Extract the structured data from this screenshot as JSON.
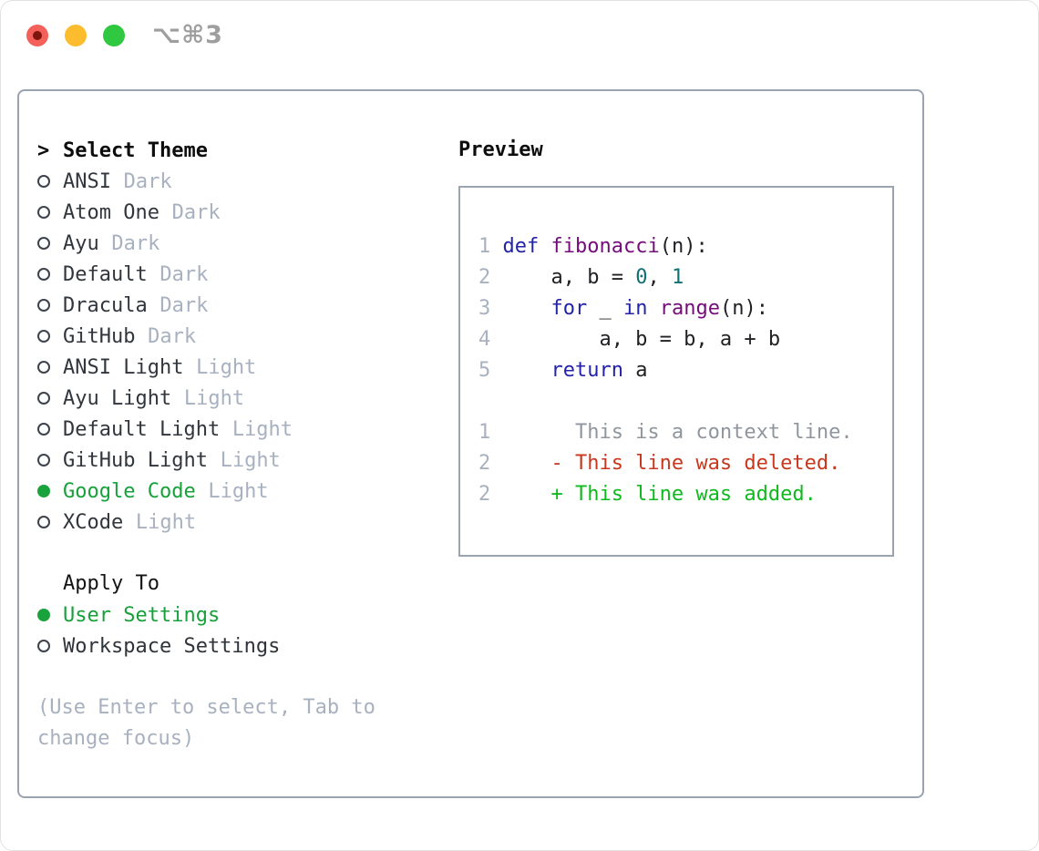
{
  "titlebar": {
    "shortcut": "⌥⌘3",
    "icons": [
      {
        "name": "close-button",
        "shape": "red-circle-with-dark-dot",
        "color": "#f4605a"
      },
      {
        "name": "minimize-button",
        "shape": "yellow-circle",
        "color": "#fbbd2d"
      },
      {
        "name": "zoom-button",
        "shape": "green-circle",
        "color": "#2fc840"
      }
    ]
  },
  "theme_panel": {
    "prompt": ">",
    "title": "Select Theme",
    "themes": [
      {
        "name": "ANSI",
        "variant": "Dark",
        "selected": false
      },
      {
        "name": "Atom One",
        "variant": "Dark",
        "selected": false
      },
      {
        "name": "Ayu",
        "variant": "Dark",
        "selected": false
      },
      {
        "name": "Default",
        "variant": "Dark",
        "selected": false
      },
      {
        "name": "Dracula",
        "variant": "Dark",
        "selected": false
      },
      {
        "name": "GitHub",
        "variant": "Dark",
        "selected": false
      },
      {
        "name": "ANSI Light",
        "variant": "Light",
        "selected": false
      },
      {
        "name": "Ayu Light",
        "variant": "Light",
        "selected": false
      },
      {
        "name": "Default Light",
        "variant": "Light",
        "selected": false
      },
      {
        "name": "GitHub Light",
        "variant": "Light",
        "selected": false
      },
      {
        "name": "Google Code",
        "variant": "Light",
        "selected": true
      },
      {
        "name": "XCode",
        "variant": "Light",
        "selected": false
      }
    ],
    "apply_to": {
      "title": "Apply To",
      "options": [
        {
          "label": "User Settings",
          "selected": true
        },
        {
          "label": "Workspace Settings",
          "selected": false
        }
      ]
    },
    "help": "(Use Enter to select, Tab to change focus)"
  },
  "preview": {
    "title": "Preview",
    "lines": [
      {
        "num": "1",
        "tokens": [
          {
            "t": "def",
            "c": "kw"
          },
          {
            "t": " ",
            "c": "pl"
          },
          {
            "t": "fibonacci",
            "c": "fn"
          },
          {
            "t": "(n):",
            "c": "pl"
          }
        ]
      },
      {
        "num": "2",
        "tokens": [
          {
            "t": "    a, b = ",
            "c": "pl"
          },
          {
            "t": "0",
            "c": "num"
          },
          {
            "t": ", ",
            "c": "pl"
          },
          {
            "t": "1",
            "c": "num"
          }
        ]
      },
      {
        "num": "3",
        "tokens": [
          {
            "t": "    ",
            "c": "pl"
          },
          {
            "t": "for",
            "c": "kw"
          },
          {
            "t": " _ ",
            "c": "pl"
          },
          {
            "t": "in",
            "c": "kw"
          },
          {
            "t": " ",
            "c": "pl"
          },
          {
            "t": "range",
            "c": "fn"
          },
          {
            "t": "(n):",
            "c": "pl"
          }
        ]
      },
      {
        "num": "4",
        "tokens": [
          {
            "t": "        a, b = b, a + b",
            "c": "pl"
          }
        ]
      },
      {
        "num": "5",
        "tokens": [
          {
            "t": "    ",
            "c": "pl"
          },
          {
            "t": "return",
            "c": "kw"
          },
          {
            "t": " a",
            "c": "pl"
          }
        ]
      },
      {
        "num": "",
        "tokens": []
      },
      {
        "num": "1",
        "tokens": [
          {
            "t": "      This is a context line.",
            "c": "ctx"
          }
        ]
      },
      {
        "num": "2",
        "tokens": [
          {
            "t": "    - This line was deleted.",
            "c": "del"
          }
        ]
      },
      {
        "num": "2",
        "tokens": [
          {
            "t": "    + This line was added.",
            "c": "add"
          }
        ]
      }
    ]
  },
  "colors": {
    "accent_green": "#17a13a",
    "keyword_blue": "#2323a8",
    "function_purple": "#740c79",
    "number_teal": "#0f6f74",
    "deleted_red": "#c8381d",
    "added_green": "#10b91e",
    "muted_gray": "#a8b1bf",
    "panel_border": "#9aa3b0",
    "traffic_red": "#f4605a",
    "traffic_yellow": "#fbbd2d",
    "traffic_green": "#2fc840"
  }
}
